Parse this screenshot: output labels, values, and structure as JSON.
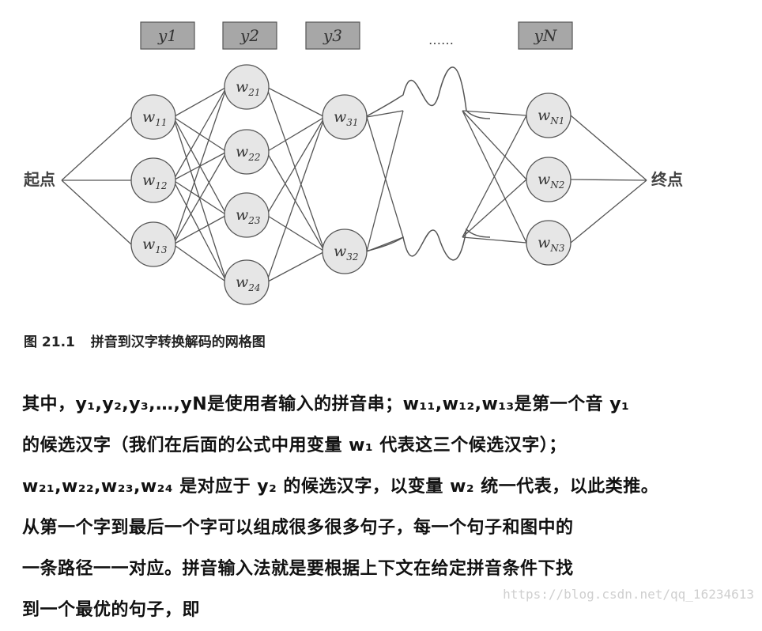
{
  "diagram": {
    "observations": [
      "y1",
      "y2",
      "y3",
      "yN"
    ],
    "ellipsis": "……",
    "start_label": "起点",
    "end_label": "终点",
    "nodes": {
      "col1": [
        "w11",
        "w12",
        "w13"
      ],
      "col2": [
        "w21",
        "w22",
        "w23",
        "w24"
      ],
      "col3": [
        "w31",
        "w32"
      ],
      "colN": [
        "wN1",
        "wN2",
        "wN3"
      ]
    }
  },
  "caption": {
    "number": "图 21.1",
    "text": "拼音到汉字转换解码的网格图"
  },
  "paragraph": {
    "lines": [
      "其中，y₁,y₂,y₃,…,yN是使用者输入的拼音串；w₁₁,w₁₂,w₁₃是第一个音 y₁",
      "的候选汉字（我们在后面的公式中用变量 w₁ 代表这三个候选汉字）；",
      "w₂₁,w₂₂,w₂₃,w₂₄ 是对应于 y₂ 的候选汉字，以变量 w₂ 统一代表，以此类推。",
      "从第一个字到最后一个字可以组成很多很多句子，每一个句子和图中的",
      "一条路径一一对应。拼音输入法就是要根据上下文在给定拼音条件下找",
      "到一个最优的句子，即"
    ]
  },
  "watermark": "https://blog.csdn.net/qq_16234613"
}
